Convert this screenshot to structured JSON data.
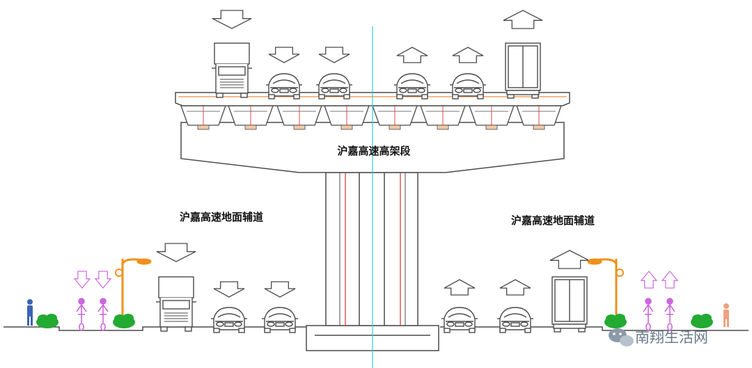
{
  "labels": {
    "elevated": "沪嘉高速高架段",
    "ground_left": "沪嘉高速地面辅道",
    "ground_right": "沪嘉高速地面辅道"
  },
  "watermark": {
    "text": "南翔生活网",
    "icon": "wechat-icon"
  },
  "colors": {
    "line": "#4a4a4a",
    "center_axis": "#33ccdd",
    "rebar": "#e04a4a",
    "bike": "#cc66dd",
    "arrow_light": "#d070e0",
    "streetlight": "#f0901a",
    "shrub": "#22aa33",
    "pedestrian_left": "#3c64b4",
    "pedestrian_right": "#f0a080"
  },
  "lanes": {
    "upper_deck": [
      {
        "vehicle": "truck",
        "direction": "down"
      },
      {
        "vehicle": "car",
        "direction": "down"
      },
      {
        "vehicle": "car",
        "direction": "down"
      },
      {
        "vehicle": "car",
        "direction": "up"
      },
      {
        "vehicle": "car",
        "direction": "up"
      },
      {
        "vehicle": "truck",
        "direction": "up"
      }
    ],
    "ground_left": [
      {
        "vehicle": "truck",
        "direction": "down"
      },
      {
        "vehicle": "car",
        "direction": "down"
      },
      {
        "vehicle": "car",
        "direction": "down"
      }
    ],
    "ground_right": [
      {
        "vehicle": "car",
        "direction": "up"
      },
      {
        "vehicle": "car",
        "direction": "up"
      },
      {
        "vehicle": "truck",
        "direction": "up"
      }
    ]
  }
}
